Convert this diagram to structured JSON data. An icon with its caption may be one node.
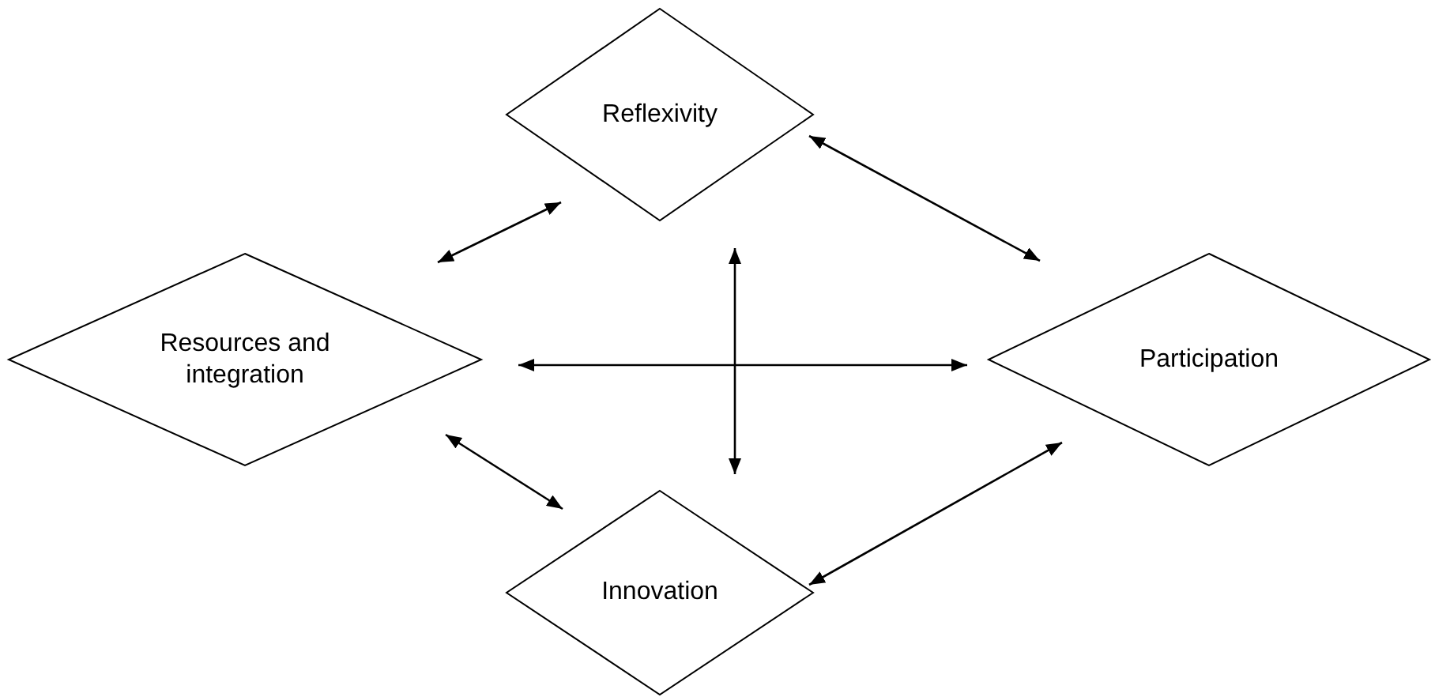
{
  "diagram": {
    "nodes": [
      {
        "text": [
          "Reflexivity"
        ]
      },
      {
        "text": [
          "Resources and integration"
        ]
      },
      {
        "text": [
          "Participation"
        ]
      },
      {
        "text": [
          "Innovation"
        ]
      }
    ],
    "edges": [
      {
        "from": 1,
        "to": 0,
        "arrow": "both"
      },
      {
        "from": 0,
        "to": 2,
        "arrow": "both"
      },
      {
        "from": 1,
        "to": 2,
        "arrow": "both"
      },
      {
        "from": 0,
        "to": 3,
        "arrow": "both"
      },
      {
        "from": 1,
        "to": 3,
        "arrow": "both"
      },
      {
        "from": 2,
        "to": 3,
        "arrow": "both"
      }
    ]
  }
}
